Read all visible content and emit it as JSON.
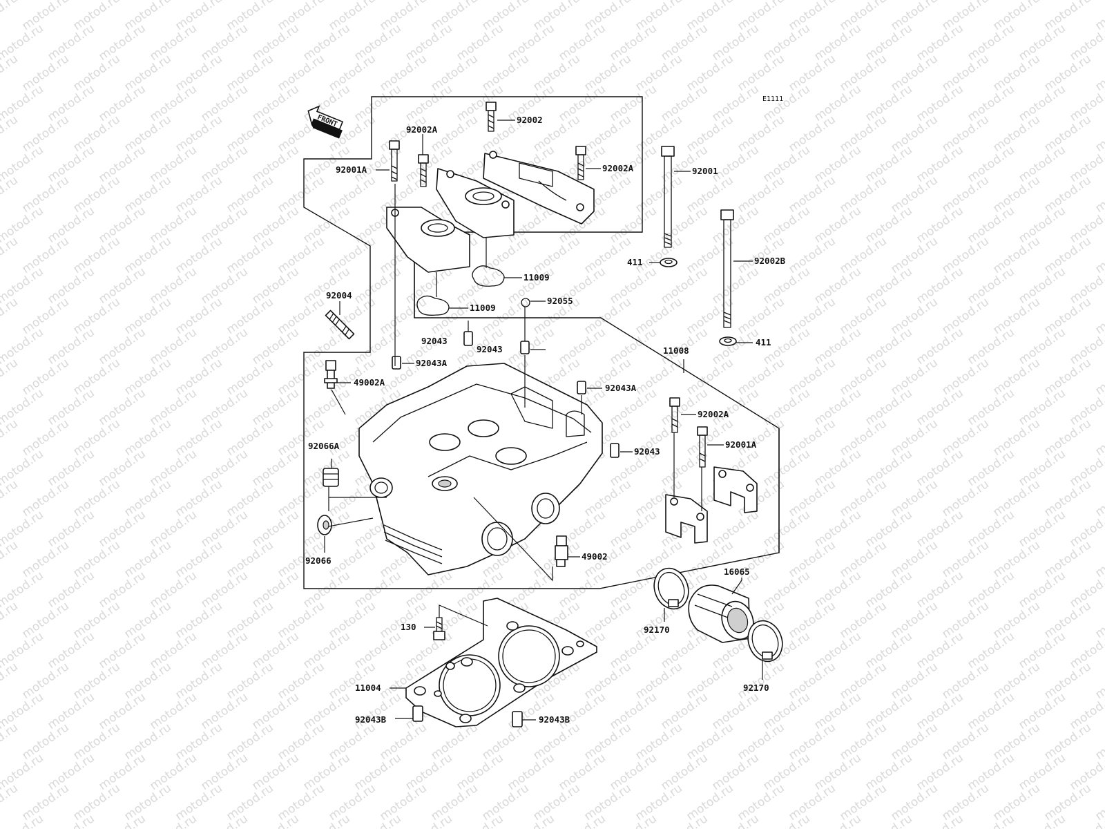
{
  "diagram_code": "E1111",
  "front_label": "FRONT",
  "watermark": "motod.ru",
  "callouts": {
    "p92002_top": "92002",
    "p92002A_top": "92002A",
    "p92002A_right": "92002A",
    "p92001A_top": "92001A",
    "p92001": "92001",
    "p411_a": "411",
    "p92002B": "92002B",
    "p411_b": "411",
    "p11009_a": "11009",
    "p11009_b": "11009",
    "p92055": "92055",
    "p92004": "92004",
    "p92043_a": "92043",
    "p92043_b": "92043",
    "p92043A_a": "92043A",
    "p49002A": "49002A",
    "p92043A_b": "92043A",
    "p11008": "11008",
    "p92002A_mid": "92002A",
    "p92001A_mid": "92001A",
    "p92043_c": "92043",
    "p92066A": "92066A",
    "p92066": "92066",
    "p49002": "49002",
    "p16065": "16065",
    "p92170_a": "92170",
    "p92170_b": "92170",
    "p130": "130",
    "p11004": "11004",
    "p92043B_a": "92043B",
    "p92043B_b": "92043B"
  }
}
